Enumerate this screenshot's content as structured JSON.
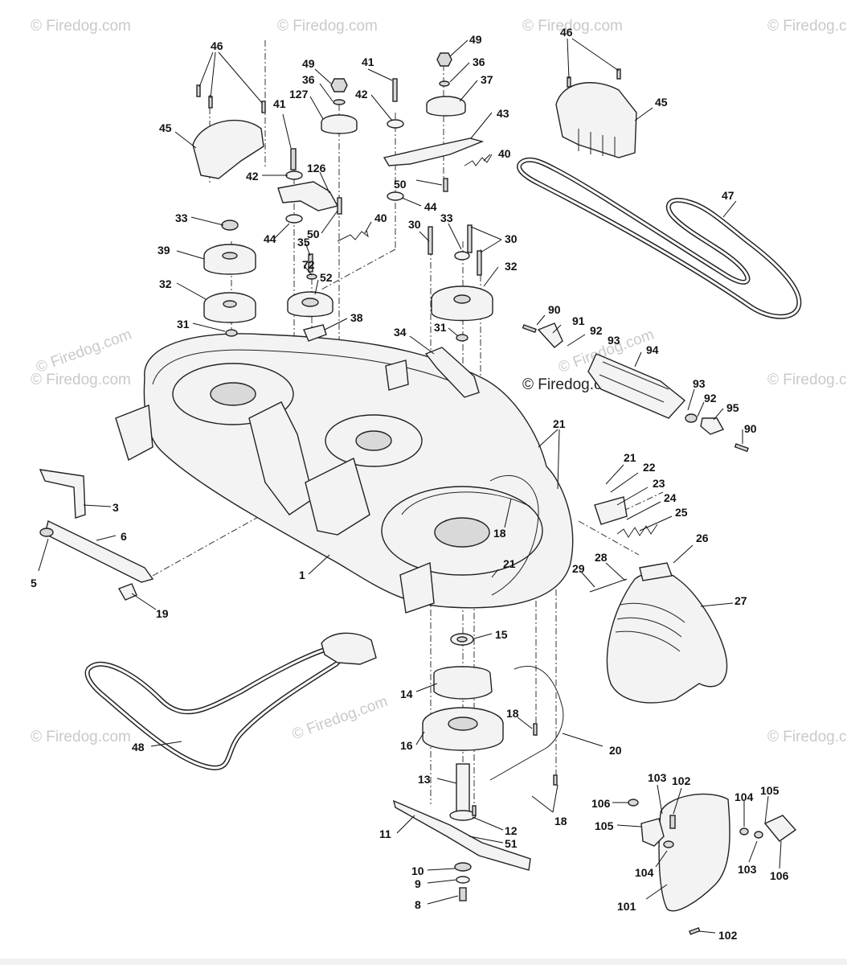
{
  "watermark": {
    "text": "© Firedog.com",
    "center_text": "© Firedog.com"
  },
  "callouts": {
    "c1": "1",
    "c3": "3",
    "c5": "5",
    "c6": "6",
    "c8": "8",
    "c9": "9",
    "c10": "10",
    "c11": "11",
    "c12": "12",
    "c13": "13",
    "c14": "14",
    "c15": "15",
    "c16": "16",
    "c18a": "18",
    "c18b": "18",
    "c18c": "18",
    "c19": "19",
    "c20": "20",
    "c21a": "21",
    "c21b": "21",
    "c21c": "21",
    "c22": "22",
    "c23": "23",
    "c24": "24",
    "c25": "25",
    "c26": "26",
    "c27": "27",
    "c28": "28",
    "c29": "29",
    "c30a": "30",
    "c30b": "30",
    "c31a": "31",
    "c31b": "31",
    "c32a": "32",
    "c32b": "32",
    "c33a": "33",
    "c33b": "33",
    "c34": "34",
    "c35": "35",
    "c36a": "36",
    "c36b": "36",
    "c37": "37",
    "c38": "38",
    "c39": "39",
    "c40a": "40",
    "c40b": "40",
    "c41a": "41",
    "c41b": "41",
    "c42a": "42",
    "c42b": "42",
    "c43": "43",
    "c44a": "44",
    "c44b": "44",
    "c45a": "45",
    "c45b": "45",
    "c46a": "46",
    "c46b": "46",
    "c47": "47",
    "c48": "48",
    "c49a": "49",
    "c49b": "49",
    "c50a": "50",
    "c50b": "50",
    "c51": "51",
    "c52": "52",
    "c72": "72",
    "c90a": "90",
    "c90b": "90",
    "c91": "91",
    "c92a": "92",
    "c92b": "92",
    "c93a": "93",
    "c93b": "93",
    "c94": "94",
    "c95": "95",
    "c101": "101",
    "c102a": "102",
    "c102b": "102",
    "c103a": "103",
    "c103b": "103",
    "c104a": "104",
    "c104b": "104",
    "c105a": "105",
    "c105b": "105",
    "c106a": "106",
    "c106b": "106",
    "c126": "126",
    "c127": "127"
  }
}
